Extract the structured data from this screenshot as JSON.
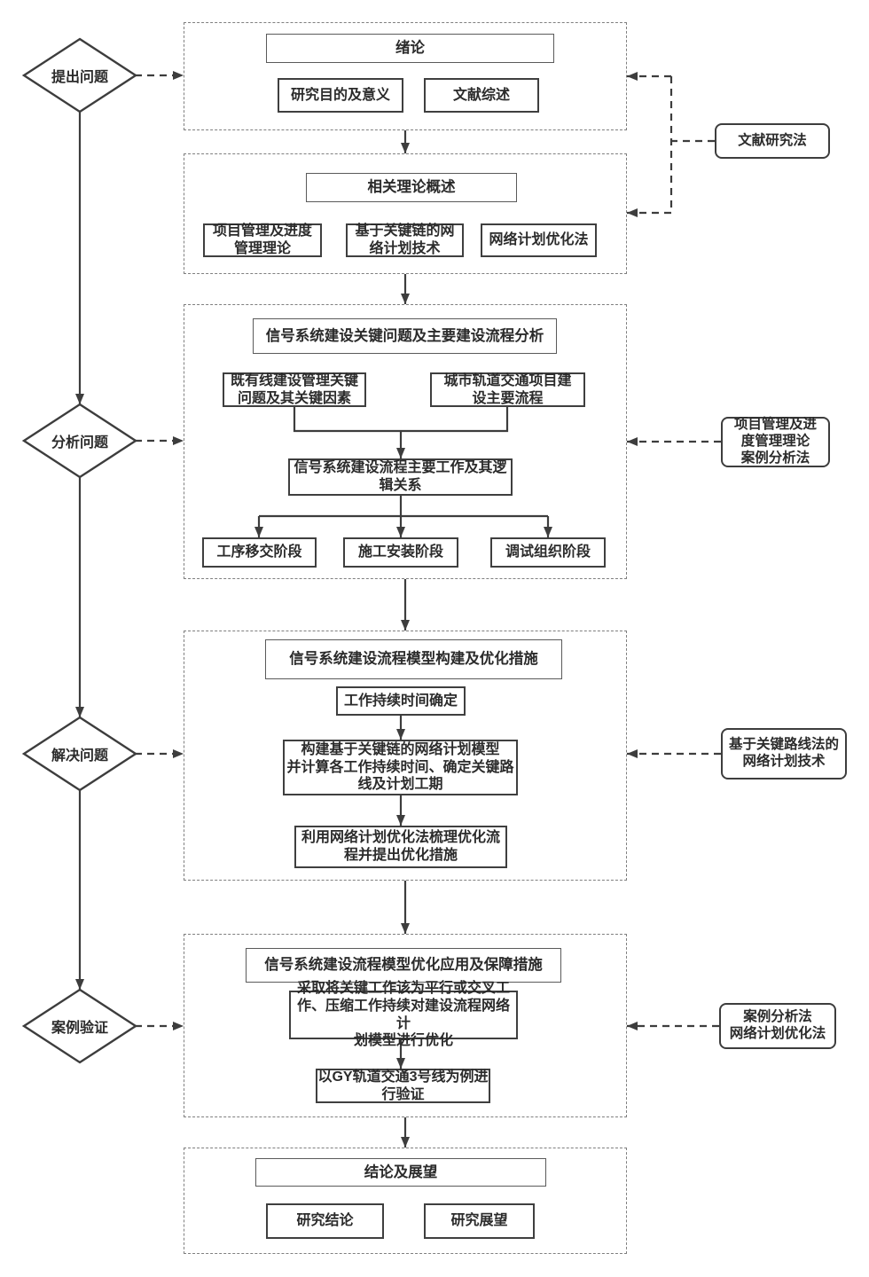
{
  "flow": {
    "diamonds": [
      {
        "label": "提出问题"
      },
      {
        "label": "分析问题"
      },
      {
        "label": "解决问题"
      },
      {
        "label": "案例验证"
      }
    ],
    "sections": [
      {
        "title": "绪论",
        "items": [
          "研究目的及意义",
          "文献综述"
        ]
      },
      {
        "title": "相关理论概述",
        "items": [
          "项目管理及进度\n管理理论",
          "基于关键链的网\n络计划技术",
          "网络计划优化法"
        ]
      },
      {
        "title": "信号系统建设关键问题及主要建设流程分析",
        "items": [
          "既有线建设管理关键\n问题及其关键因素",
          "城市轨道交通项目建\n设主要流程",
          "信号系统建设流程主要工作及其逻\n辑关系",
          "工序移交阶段",
          "施工安装阶段",
          "调试组织阶段"
        ]
      },
      {
        "title": "信号系统建设流程模型构建及优化措施",
        "items": [
          "工作持续时间确定",
          "构建基于关键链的网络计划模型\n并计算各工作持续时间、确定关键路\n线及计划工期",
          "利用网络计划优化法梳理优化流\n程并提出优化措施"
        ]
      },
      {
        "title": "信号系统建设流程模型优化应用及保障措施",
        "items": [
          "采取将关键工作该为平行或交叉工\n作、压缩工作持续对建设流程网络计\n划模型进行优化",
          "以GY轨道交通3号线为例进\n行验证"
        ]
      },
      {
        "title": "结论及展望",
        "items": [
          "研究结论",
          "研究展望"
        ]
      }
    ],
    "methods": [
      {
        "label": "文献研究法"
      },
      {
        "label": "项目管理及进\n度管理理论\n案例分析法"
      },
      {
        "label": "基于关键路线法的\n网络计划技术"
      },
      {
        "label": "案例分析法\n网络计划优化法"
      }
    ]
  },
  "colors": {
    "line": "#3d3d3d",
    "dashed_frame": "#7f7f7f",
    "text": "#2b2b2b",
    "background": "#ffffff"
  }
}
